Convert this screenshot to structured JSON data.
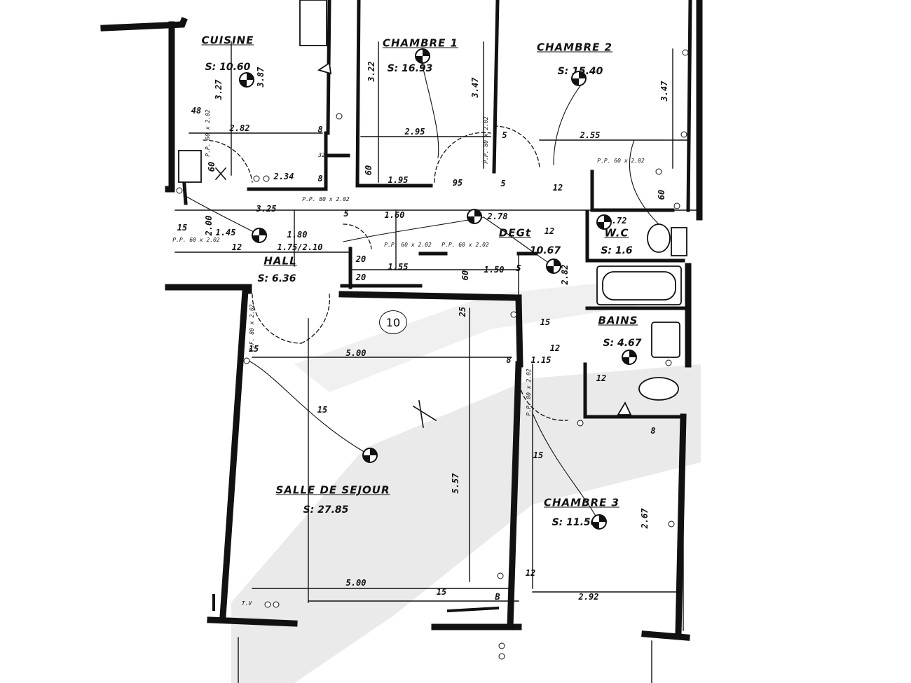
{
  "rooms": {
    "cuisine": {
      "name": "CUISINE",
      "area": "S: 10.60"
    },
    "chambre1": {
      "name": "CHAMBRE 1",
      "area": "S: 16.93"
    },
    "chambre2": {
      "name": "CHAMBRE 2",
      "area": "S: 15.40"
    },
    "hall": {
      "name": "HALL",
      "area": "S: 6.36"
    },
    "degt": {
      "name": "DEGt",
      "area": "10.67"
    },
    "wc": {
      "name": "W.C",
      "area": "S: 1.6"
    },
    "bains": {
      "name": "BAINS",
      "area": "S: 4.67"
    },
    "sejour": {
      "name": "SALLE DE SEJOUR",
      "area": "S: 27.85"
    },
    "chambre3": {
      "name": "CHAMBRE 3",
      "area": "S: 11.50"
    }
  },
  "dimensions": {
    "d_282": "2.82",
    "d_234": "2.34",
    "d_295": "2.95",
    "d_195": "1.95",
    "d_95": "95",
    "d_255": "2.55",
    "d_325": "3.25",
    "d_160": "1.60",
    "d_278": "2.78",
    "d_145": "1.45",
    "d_180": "1.80",
    "d_175": "1.75/2.10",
    "d_155": "1.55",
    "d_150": "1.50",
    "d_172": "1.72",
    "d_500_top": "5.00",
    "d_500_bot": "5.00",
    "d_292": "2.92",
    "d_115": "1.15",
    "v_327": "3.27",
    "v_322": "3.22",
    "v_347a": "3.47",
    "v_347b": "3.47",
    "v_387": "3.87",
    "v_557": "5.57",
    "v_267": "2.67",
    "v_282b": "2.82",
    "v_200": "2.00",
    "n_48": "48",
    "n_8a": "8",
    "n_8b": "8",
    "n_8c": "8",
    "n_8d": "8",
    "n_5a": "5",
    "n_5b": "5",
    "n_5c": "5",
    "n_5d": "5",
    "n_60a": "60",
    "n_60b": "60",
    "n_60c": "60",
    "n_60d": "60",
    "n_20a": "20",
    "n_20b": "20",
    "n_15a": "15",
    "n_15b": "15",
    "n_15c": "15",
    "n_15d": "15",
    "n_15e": "15",
    "n_15f": "15",
    "n_12a": "12",
    "n_12b": "12",
    "n_12c": "12",
    "n_12d": "12",
    "n_12e": "12",
    "n_12f": "12",
    "n_25": "25",
    "n_32": "32",
    "n_b": "B",
    "n_10": "10",
    "tv": "T.V"
  },
  "door_labels": {
    "pp1": "P.P. 60 x 2.02",
    "pp2": "P.P. 60 x 2.02",
    "pp3": "P.P. 80 x 2.02",
    "pp4": "P.P. 80 x 2.02",
    "pp5": "P.P. 60 x 2.02",
    "pp6": "P.P. 60 x 2.02",
    "pp7": "P.P. 60 x 2.02",
    "pp8": "P.F. 80 x 2.02",
    "pp9": "P.P. 80 x 2.02"
  },
  "colors": {
    "ink": "#111111",
    "paper": "#ffffff",
    "shadow": "#d9d9d9"
  }
}
